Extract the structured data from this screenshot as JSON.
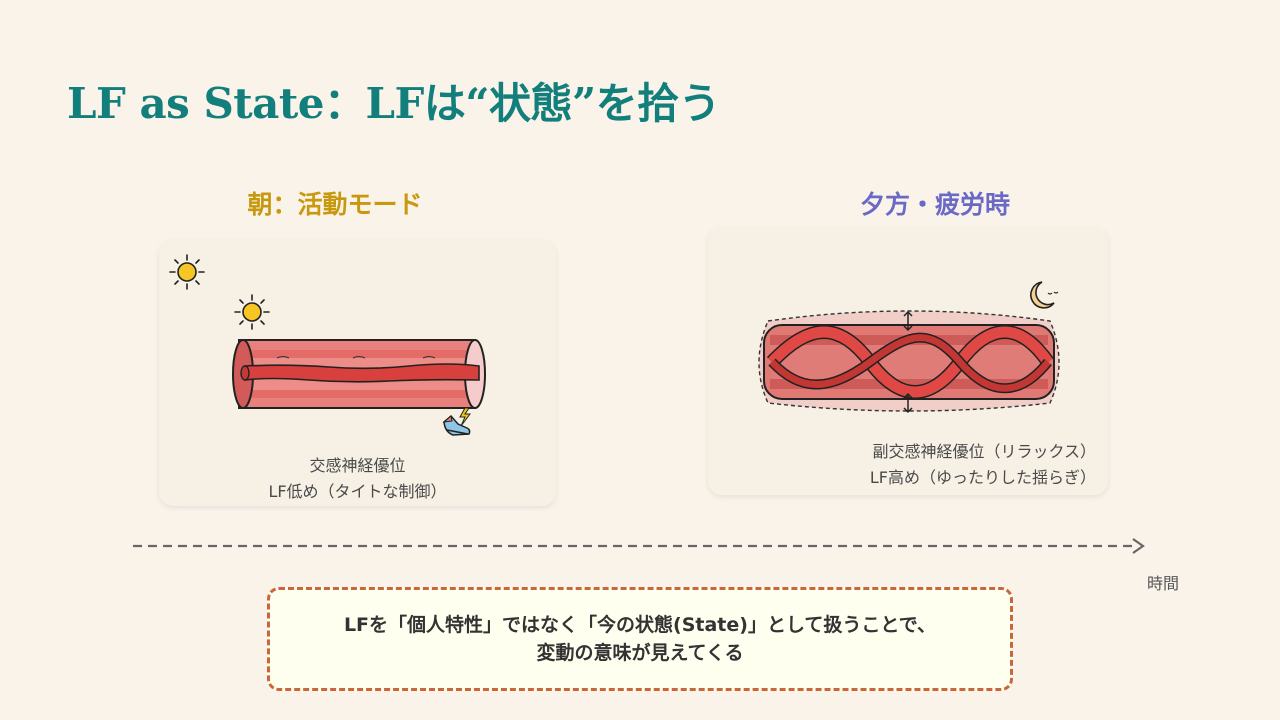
{
  "slide": {
    "title": "LF as State：LFは“状態”を拾う"
  },
  "panels": [
    {
      "heading": "朝：活動モード",
      "heading_color": "#c8980f",
      "icons": [
        "sun-icon",
        "sun-icon",
        "running-shoe-icon",
        "lightning-icon"
      ],
      "illustration": "straight-vessel-tight-control",
      "caption_lines": [
        "交感神経優位",
        "LF低め（タイトな制御）"
      ]
    },
    {
      "heading": "夕方・疲労時",
      "heading_color": "#6a6ac6",
      "icons": [
        "sleeping-moon-icon",
        "expand-arrow-icon",
        "expand-arrow-icon"
      ],
      "illustration": "wavy-vessel-relaxed-fluctuation",
      "caption_lines": [
        "副交感神経優位（リラックス）",
        "LF高め（ゆったりした揺らぎ）"
      ]
    }
  ],
  "timeline": {
    "label": "時間"
  },
  "note": {
    "lines": [
      "LFを「個人特性」ではなく「今の状態(State)」として扱うことで、",
      "変動の意味が見えてくる"
    ],
    "border_color": "#c9673a"
  },
  "colors": {
    "background": "#faf3ea",
    "title": "#137f7c",
    "vessel": "#e0605e",
    "card": "#f6f0e5"
  }
}
